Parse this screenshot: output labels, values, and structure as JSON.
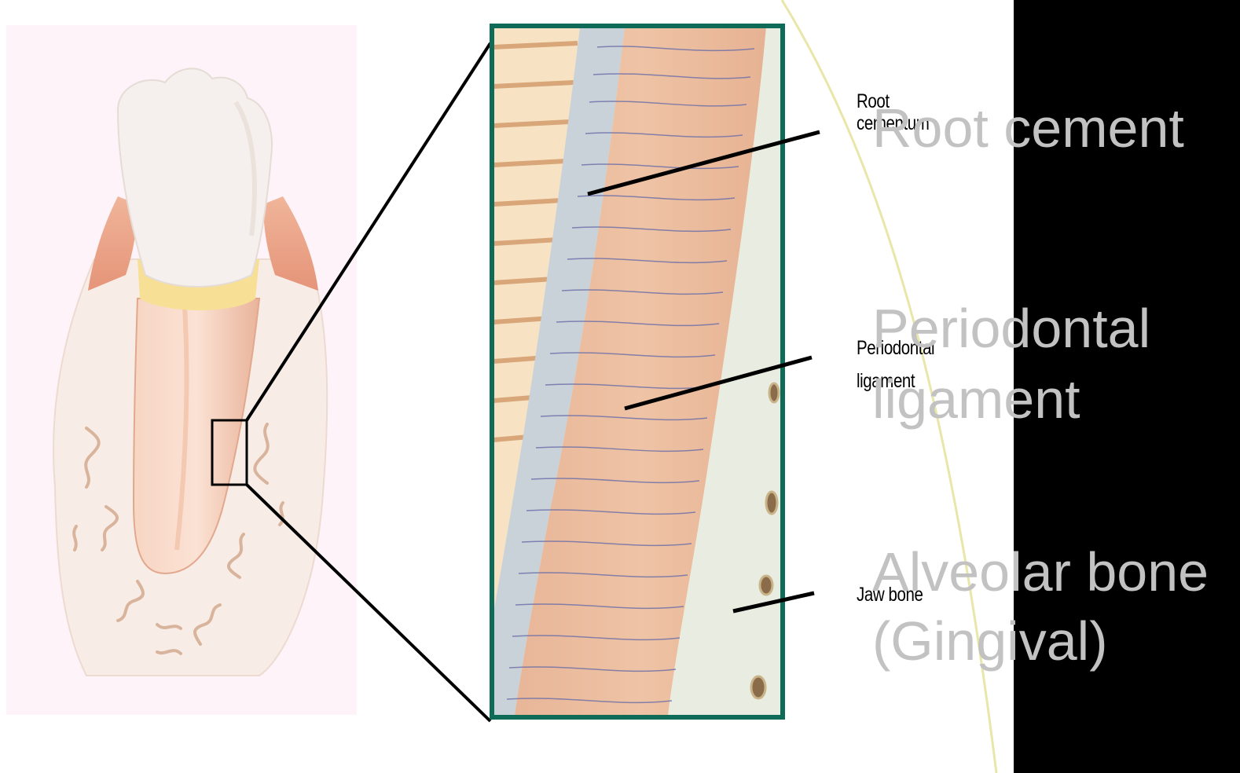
{
  "figure_labels": {
    "root_cementum_line1": "Root",
    "root_cementum_line2": "cementum",
    "periodontal_line1": "Periodontal",
    "periodontal_line2": "ligament",
    "jaw_bone": "Jaw bone"
  },
  "overlay_labels": {
    "root_cement": "Root cement",
    "periodontal_line1": "Periodontal",
    "periodontal_line2": "ligament",
    "alveolar_line1": "Alveolar bone",
    "alveolar_line2": "(Gingival)"
  },
  "colors": {
    "background": "#000000",
    "overlay_text": "#c2c2c2",
    "frame_border": "#0d6b57",
    "curve": "#e8e6a8"
  }
}
